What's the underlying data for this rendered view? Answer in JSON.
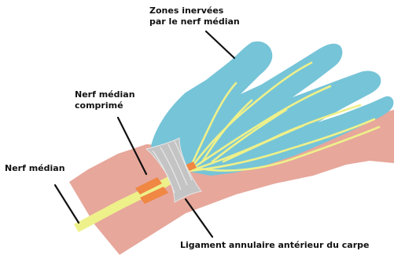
{
  "labels": {
    "zones": {
      "line1": "Zones inervées",
      "line2": "par le nerf médian"
    },
    "nerf_comprime": {
      "line1": "Nerf médian",
      "line2": "comprimé"
    },
    "nerf_median": "Nerf médian",
    "ligament": "Ligament annulaire antérieur du carpe"
  },
  "colors": {
    "skin": "#e7a79b",
    "innervated_zone": "#76c4d8",
    "nerve": "#eef08a",
    "compressed_nerve": "#f08742",
    "ligament": "#bfbfbf",
    "pointer_line": "#111111"
  }
}
